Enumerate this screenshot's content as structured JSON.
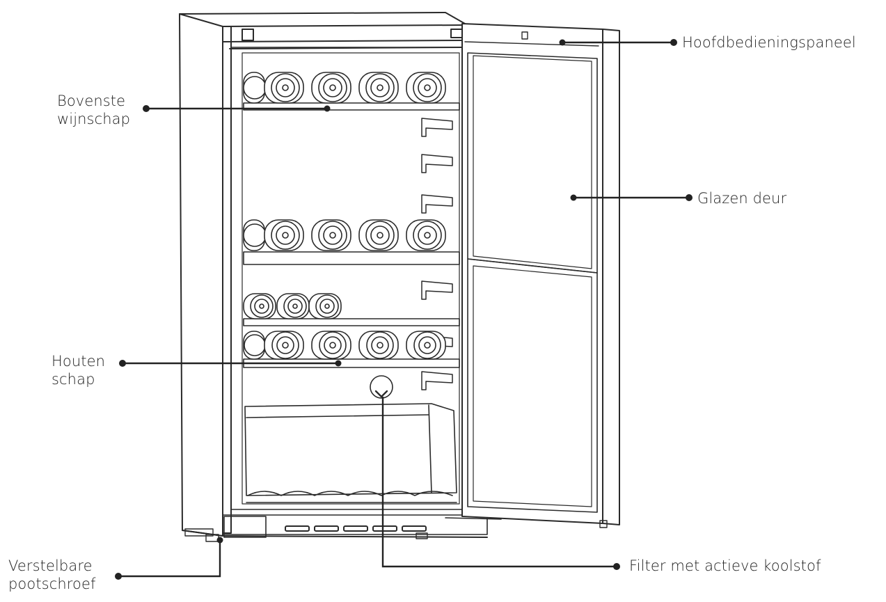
{
  "diagram": {
    "subject": "wine-cooler",
    "labels": {
      "main_control_panel": "Hoofdbedieningspaneel",
      "top_wine_shelf": [
        "Bovenste",
        "wijnschap"
      ],
      "glass_door": "Glazen deur",
      "wooden_shelf": [
        "Houten",
        "schap"
      ],
      "adjustable_foot": [
        "Verstelbare",
        "pootschroef"
      ],
      "carbon_filter": "Filter met actieve koolstof"
    },
    "colors": {
      "line": "#222222",
      "background": "#ffffff",
      "accent": "#3a7bd5"
    }
  }
}
